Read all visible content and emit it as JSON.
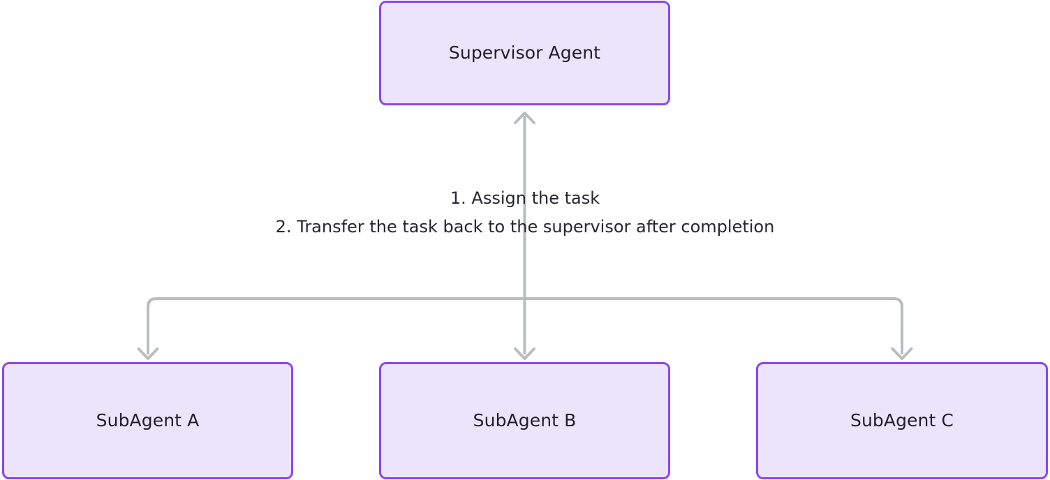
{
  "diagram": {
    "type": "supervisor-agent-hierarchy",
    "background_color": "#ffffff",
    "node_fill_color": "#ece4fb",
    "node_border_color": "#8b46ef",
    "node_text_color": "#1f1f2b",
    "edge_color": "#b9bdc1",
    "label_text_color": "#26262e",
    "nodes": [
      {
        "id": "supervisor",
        "label": "Supervisor Agent",
        "role": "parent"
      },
      {
        "id": "sub_a",
        "label": "SubAgent A",
        "role": "child"
      },
      {
        "id": "sub_b",
        "label": "SubAgent B",
        "role": "child"
      },
      {
        "id": "sub_c",
        "label": "SubAgent C",
        "role": "child"
      }
    ],
    "edge_label": {
      "lines": [
        "1. Assign the task",
        "2. Transfer the task back to the supervisor after completion"
      ],
      "line1": "1. Assign the task",
      "line2": "2. Transfer the task back to the supervisor after completion"
    },
    "edges": [
      {
        "from": "supervisor",
        "to": "sub_a",
        "direction": "down",
        "arrowhead": true
      },
      {
        "from": "supervisor",
        "to": "sub_b",
        "direction": "down",
        "arrowhead": true
      },
      {
        "from": "supervisor",
        "to": "sub_c",
        "direction": "down",
        "arrowhead": true
      },
      {
        "from": "children",
        "to": "supervisor",
        "direction": "up",
        "arrowhead": true
      }
    ]
  }
}
